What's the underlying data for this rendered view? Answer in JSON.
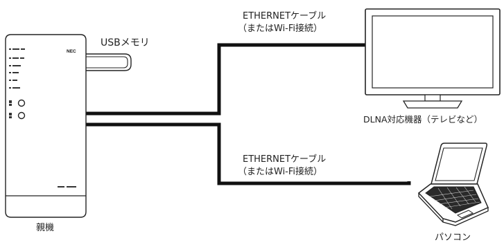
{
  "router": {
    "brand": "NEC",
    "label": "親機"
  },
  "usb": {
    "label": "USBメモリ"
  },
  "connections": [
    {
      "line1": "ETHERNETケーブル",
      "line2": "（またはWi-Fi接続）"
    },
    {
      "line1": "ETHERNETケーブル",
      "line2": "（またはWi-Fi接続）"
    }
  ],
  "devices": {
    "tv": {
      "label": "DLNA対応機器（テレビなど）"
    },
    "pc": {
      "label": "パソコン"
    }
  }
}
